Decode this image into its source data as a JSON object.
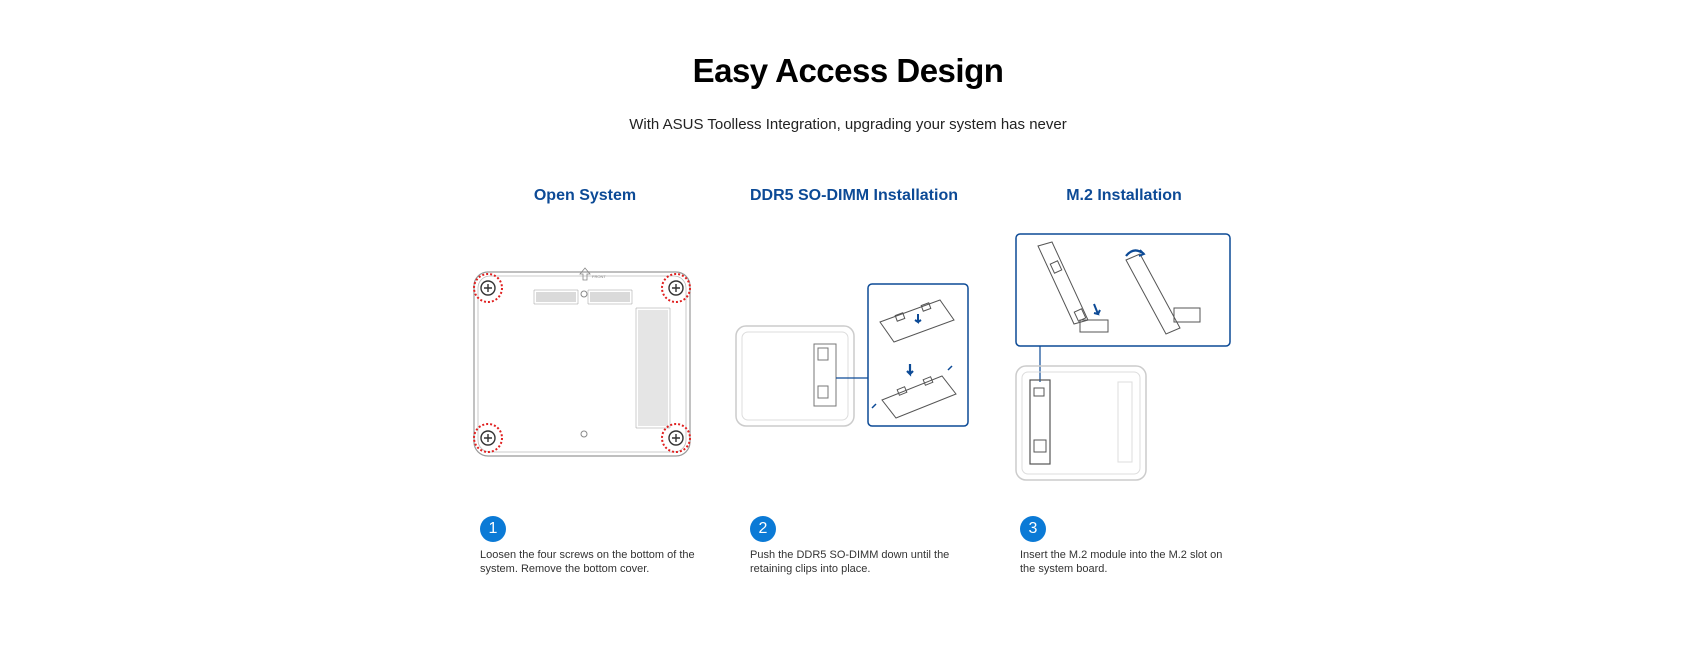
{
  "heading": "Easy Access Design",
  "subtitle": "With ASUS Toolless Integration, upgrading your system has never",
  "colors": {
    "accent_title": "#0c4a96",
    "badge": "#0b7ad6",
    "screw_ring": "#e02020"
  },
  "columns": [
    {
      "title": "Open System",
      "step": "1",
      "text": "Loosen the four screws on the bottom of the system. Remove the bottom cover.",
      "icons": [
        "screw-icon",
        "front-arrow-icon"
      ]
    },
    {
      "title": "DDR5 SO-DIMM Installation",
      "step": "2",
      "text": "Push the DDR5 SO-DIMM down until the retaining clips into place.",
      "icons": [
        "ram-module-icon",
        "push-down-arrow-icon"
      ]
    },
    {
      "title": "M.2 Installation",
      "step": "3",
      "text": "Insert the M.2 module into the M.2 slot on the system board.",
      "icons": [
        "m2-module-icon",
        "rotate-arrow-icon"
      ]
    }
  ],
  "labels": {
    "front": "FRONT"
  }
}
